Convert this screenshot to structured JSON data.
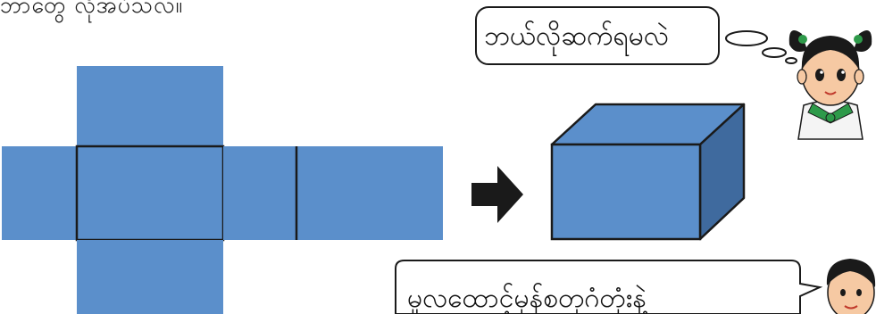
{
  "header": {
    "instruction_fragment": "ဘာတွေ လိုအပ်သလဲ။"
  },
  "girl_bubble": {
    "text": "ဘယ်လိုဆက်ရမလဲ"
  },
  "boy_bubble": {
    "text": "မှုလထောင့်မှန်စတုဂံတုံးနဲ့"
  },
  "colors": {
    "face_blue": "#5b8fcb",
    "face_dark": "#3f6a9e",
    "outline": "#1a1a1a",
    "arrow": "#1a1a1a"
  },
  "icons": {
    "arrow": "right-arrow-icon",
    "girl": "girl-character-icon",
    "boy": "boy-character-icon"
  }
}
